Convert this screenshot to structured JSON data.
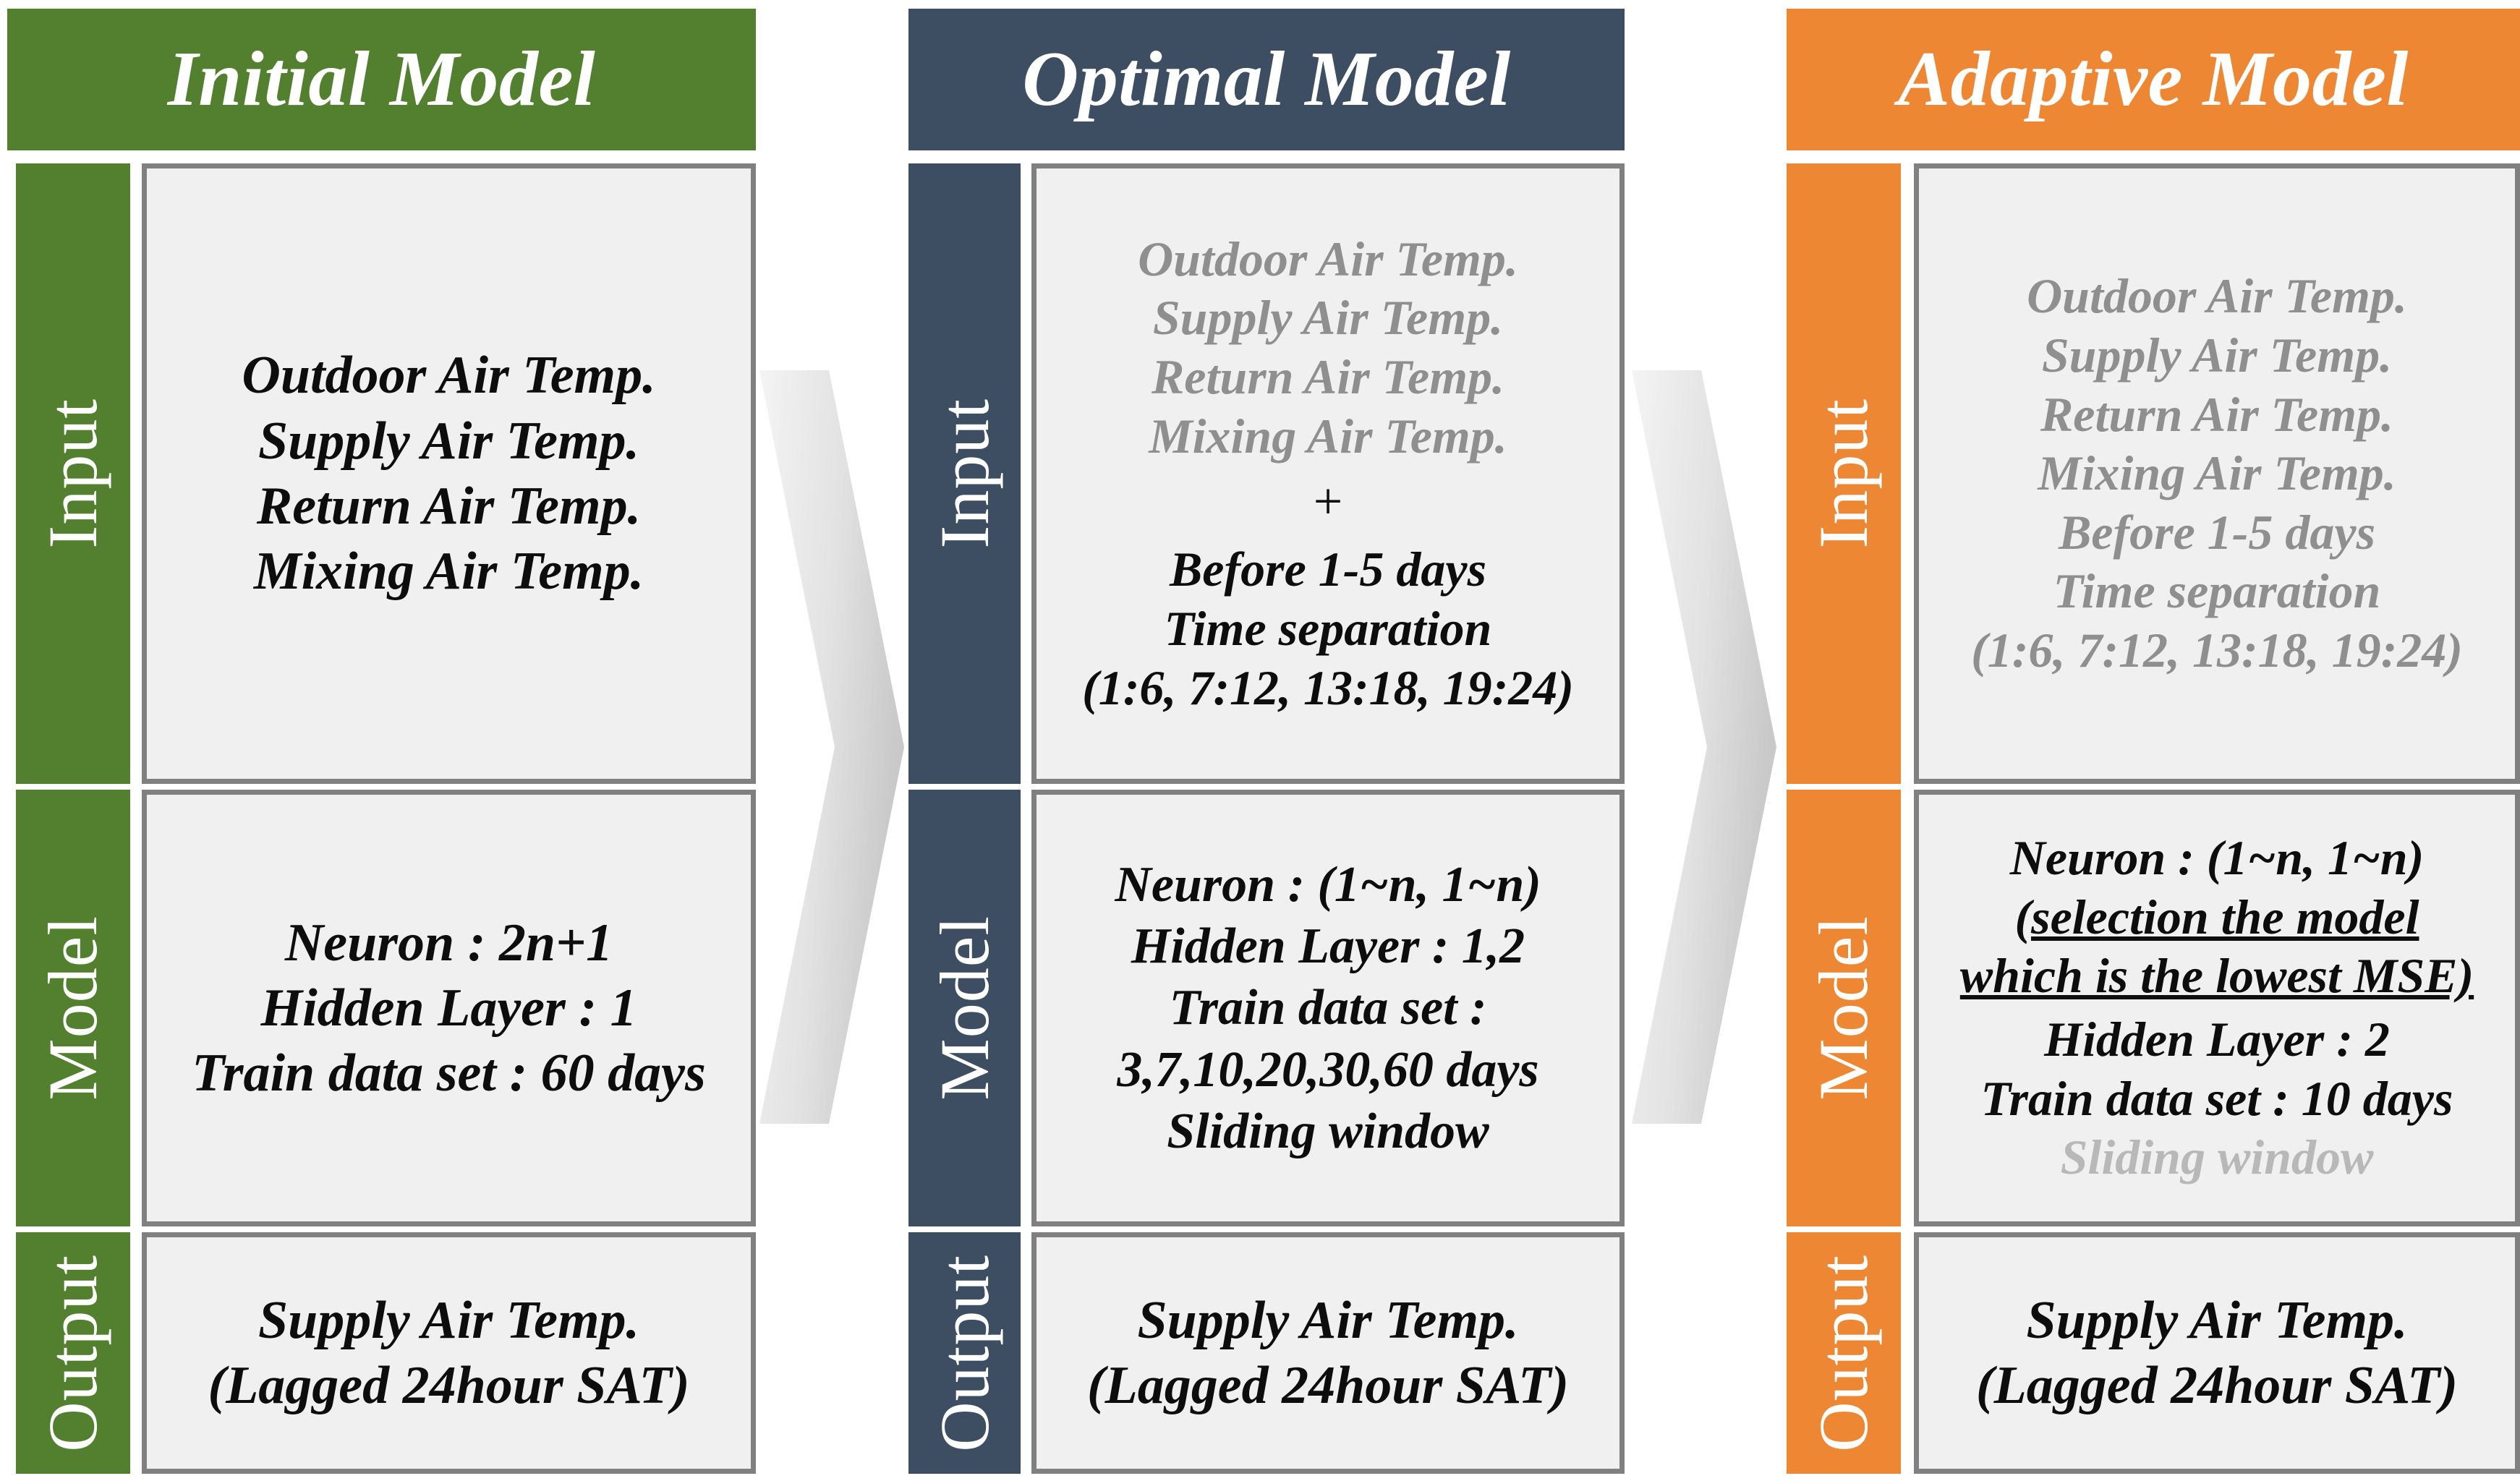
{
  "columns": [
    {
      "key": "initial",
      "title": "Initial Model",
      "accent": "#53802F",
      "rows": {
        "input": {
          "label": "Input",
          "lines": [
            {
              "text": "Outdoor Air Temp.",
              "style": "normal"
            },
            {
              "text": "Supply Air Temp.",
              "style": "normal"
            },
            {
              "text": "Return Air Temp.",
              "style": "normal"
            },
            {
              "text": "Mixing Air Temp.",
              "style": "normal"
            }
          ]
        },
        "model": {
          "label": "Model",
          "lines": [
            {
              "text": "Neuron : 2n+1",
              "style": "normal"
            },
            {
              "text": "Hidden Layer : 1",
              "style": "normal"
            },
            {
              "text": "Train data set : 60 days",
              "style": "normal"
            }
          ]
        },
        "output": {
          "label": "Output",
          "lines": [
            {
              "text": "Supply Air Temp.",
              "style": "normal"
            },
            {
              "text": "(Lagged 24hour SAT)",
              "style": "normal"
            }
          ]
        }
      }
    },
    {
      "key": "optimal",
      "title": "Optimal Model",
      "accent": "#3D4E63",
      "rows": {
        "input": {
          "label": "Input",
          "lines": [
            {
              "text": "Outdoor Air Temp.",
              "style": "muted"
            },
            {
              "text": "Supply Air Temp.",
              "style": "muted"
            },
            {
              "text": "Return Air Temp.",
              "style": "muted"
            },
            {
              "text": "Mixing Air Temp.",
              "style": "muted"
            },
            {
              "text": "+",
              "style": "plus"
            },
            {
              "text": "Before 1-5 days",
              "style": "normal"
            },
            {
              "text": "Time separation",
              "style": "normal"
            },
            {
              "text": "(1:6, 7:12, 13:18, 19:24)",
              "style": "normal"
            }
          ]
        },
        "model": {
          "label": "Model",
          "lines": [
            {
              "text": "Neuron : (1~n, 1~n)",
              "style": "normal"
            },
            {
              "text": "Hidden Layer : 1,2",
              "style": "normal"
            },
            {
              "text": "Train data set :",
              "style": "normal"
            },
            {
              "text": "3,7,10,20,30,60 days",
              "style": "normal"
            },
            {
              "text": "Sliding window",
              "style": "normal"
            }
          ]
        },
        "output": {
          "label": "Output",
          "lines": [
            {
              "text": "Supply Air Temp.",
              "style": "normal"
            },
            {
              "text": "(Lagged 24hour SAT)",
              "style": "normal"
            }
          ]
        }
      }
    },
    {
      "key": "adaptive",
      "title": "Adaptive Model",
      "accent": "#ED8733",
      "rows": {
        "input": {
          "label": "Input",
          "lines": [
            {
              "text": "Outdoor Air Temp.",
              "style": "muted"
            },
            {
              "text": "Supply Air Temp.",
              "style": "muted"
            },
            {
              "text": "Return Air Temp.",
              "style": "muted"
            },
            {
              "text": "Mixing Air Temp.",
              "style": "muted"
            },
            {
              "text": "Before 1-5 days",
              "style": "muted"
            },
            {
              "text": "Time separation",
              "style": "muted"
            },
            {
              "text": "(1:6, 7:12, 13:18, 19:24)",
              "style": "muted"
            }
          ]
        },
        "model": {
          "label": "Model",
          "lines": [
            {
              "text": "Neuron : (1~n, 1~n)",
              "style": "normal"
            },
            {
              "text": "(selection the model",
              "style": "underline"
            },
            {
              "text": "which is the lowest  MSE)",
              "style": "underline"
            },
            {
              "text": "Hidden Layer : 2",
              "style": "normal"
            },
            {
              "text": "Train data set : 10 days",
              "style": "normal"
            },
            {
              "text": "Sliding window",
              "style": "faint"
            }
          ]
        },
        "output": {
          "label": "Output",
          "lines": [
            {
              "text": "Supply Air Temp.",
              "style": "normal"
            },
            {
              "text": "(Lagged 24hour SAT)",
              "style": "normal"
            }
          ]
        }
      }
    }
  ],
  "arrows": [
    {
      "name": "arrow-initial-to-optimal",
      "icon": "chevron-right-icon"
    },
    {
      "name": "arrow-optimal-to-adaptive",
      "icon": "chevron-right-icon"
    }
  ],
  "colors": {
    "box_fill": "#F0F0F0",
    "box_border": "#808080",
    "muted_text": "#8F8F8F",
    "faint_text": "#B8B8B8",
    "body_text": "#0D0D0D",
    "page_background": "#FFFFFF"
  }
}
